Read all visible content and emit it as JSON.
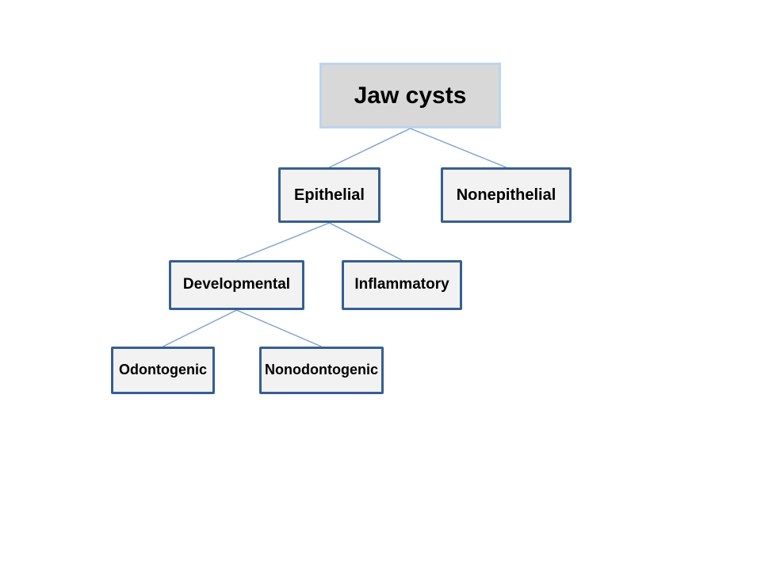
{
  "slide": {
    "background": "#ffffff"
  },
  "diagram": {
    "type": "hierarchy-tree",
    "title": "Jaw cysts",
    "nodes": [
      {
        "id": "jaw-cysts",
        "label": "Jaw cysts",
        "level": 0,
        "parent": null
      },
      {
        "id": "epithelial",
        "label": "Epithelial",
        "level": 1,
        "parent": "jaw-cysts"
      },
      {
        "id": "nonepithelial",
        "label": "Nonepithelial",
        "level": 1,
        "parent": "jaw-cysts"
      },
      {
        "id": "developmental",
        "label": "Developmental",
        "level": 2,
        "parent": "epithelial"
      },
      {
        "id": "inflammatory",
        "label": "Inflammatory",
        "level": 2,
        "parent": "epithelial"
      },
      {
        "id": "odontogenic",
        "label": "Odontogenic",
        "level": 3,
        "parent": "developmental"
      },
      {
        "id": "nonodontogenic",
        "label": "Nonodontogenic",
        "level": 3,
        "parent": "developmental"
      }
    ],
    "edges": [
      {
        "from": "jaw-cysts",
        "to": "epithelial"
      },
      {
        "from": "jaw-cysts",
        "to": "nonepithelial"
      },
      {
        "from": "epithelial",
        "to": "developmental"
      },
      {
        "from": "epithelial",
        "to": "inflammatory"
      },
      {
        "from": "developmental",
        "to": "odontogenic"
      },
      {
        "from": "developmental",
        "to": "nonodontogenic"
      }
    ],
    "colors": {
      "root_fill": "#d8d8d8",
      "root_border": "#bcd4ee",
      "node_fill": "#f2f2f2",
      "node_border": "#365f91",
      "connector": "#7da0cd",
      "text": "#000000",
      "background": "#ffffff"
    }
  }
}
